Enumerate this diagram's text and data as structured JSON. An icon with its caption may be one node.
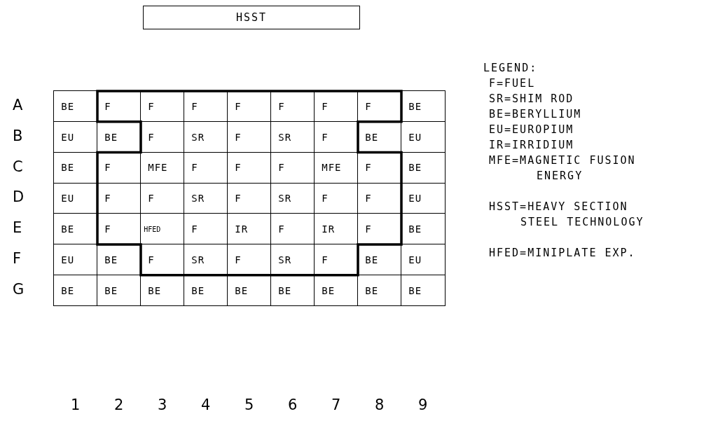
{
  "diagram": {
    "nodes": [
      {
        "text": [
          "HSST"
        ]
      }
    ],
    "labels": [
      "A",
      "BE",
      "F",
      "F",
      "F",
      "F",
      "F",
      "F",
      "F",
      "BE",
      "B",
      "EU",
      "BE",
      "F",
      "SR",
      "F",
      "SR",
      "F",
      "BE",
      "EU",
      "C",
      "BE",
      "F",
      "MFE",
      "F",
      "F",
      "F",
      "MFE",
      "F",
      "BE",
      "D",
      "EU",
      "F",
      "F",
      "SR",
      "F",
      "SR",
      "F",
      "F",
      "EU",
      "E",
      "BE",
      "F",
      "HFED",
      "F",
      "IR",
      "F",
      "IR",
      "F",
      "BE",
      "F",
      "EU",
      "BE",
      "F",
      "SR",
      "F",
      "SR",
      "F",
      "BE",
      "EU",
      "G",
      "BE",
      "BE",
      "BE",
      "BE",
      "BE",
      "BE",
      "BE",
      "BE",
      "BE",
      "1",
      "2",
      "3",
      "4",
      "5",
      "6",
      "7",
      "8",
      "9",
      "LEGEND:",
      "F=FUEL",
      "SR=SHIM ROD",
      "BE=BERYLLIUM",
      "EU=EUROPIUM",
      "IR=IRRIDIUM",
      "MFE=MAGNETIC FUSION ENERGY",
      "HSST=HEAVY SECTION STEEL TECHNOLOGY",
      "HFED=MINIPLATE EXP."
    ]
  }
}
